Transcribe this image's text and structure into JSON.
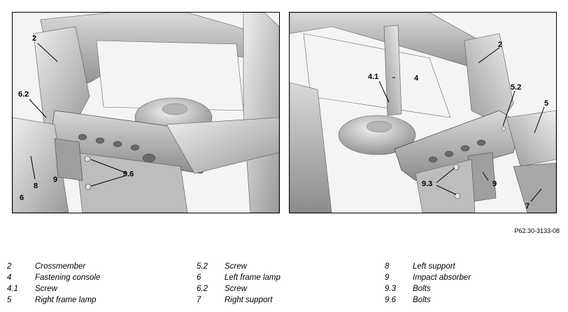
{
  "figure_ref": "P62.30-3133-08",
  "left_callouts": [
    {
      "id": "left-2",
      "label": "2"
    },
    {
      "id": "left-6.2",
      "label": "6.2"
    },
    {
      "id": "left-6",
      "label": "6"
    },
    {
      "id": "left-8",
      "label": "8"
    },
    {
      "id": "left-9",
      "label": "9"
    },
    {
      "id": "left-9.6",
      "label": "9.6"
    }
  ],
  "right_callouts": [
    {
      "id": "right-4.1",
      "label": "4.1"
    },
    {
      "id": "right-4",
      "label": "4"
    },
    {
      "id": "right-2",
      "label": "2"
    },
    {
      "id": "right-5.2",
      "label": "5.2"
    },
    {
      "id": "right-5",
      "label": "5"
    },
    {
      "id": "right-9.3",
      "label": "9.3"
    },
    {
      "id": "right-9",
      "label": "9"
    },
    {
      "id": "right-7",
      "label": "7"
    }
  ],
  "legend": [
    {
      "num": "2",
      "text": "Crossmember"
    },
    {
      "num": "4",
      "text": "Fastening console"
    },
    {
      "num": "4.1",
      "text": "Screw"
    },
    {
      "num": "5",
      "text": "Right frame lamp"
    },
    {
      "num": "5.2",
      "text": "Screw"
    },
    {
      "num": "6",
      "text": "Left frame lamp"
    },
    {
      "num": "6.2",
      "text": "Screw"
    },
    {
      "num": "7",
      "text": "Right support"
    },
    {
      "num": "8",
      "text": "Left support"
    },
    {
      "num": "9",
      "text": "Impact absorber"
    },
    {
      "num": "9.3",
      "text": "Bolts"
    },
    {
      "num": "9.6",
      "text": "Bolts"
    }
  ]
}
